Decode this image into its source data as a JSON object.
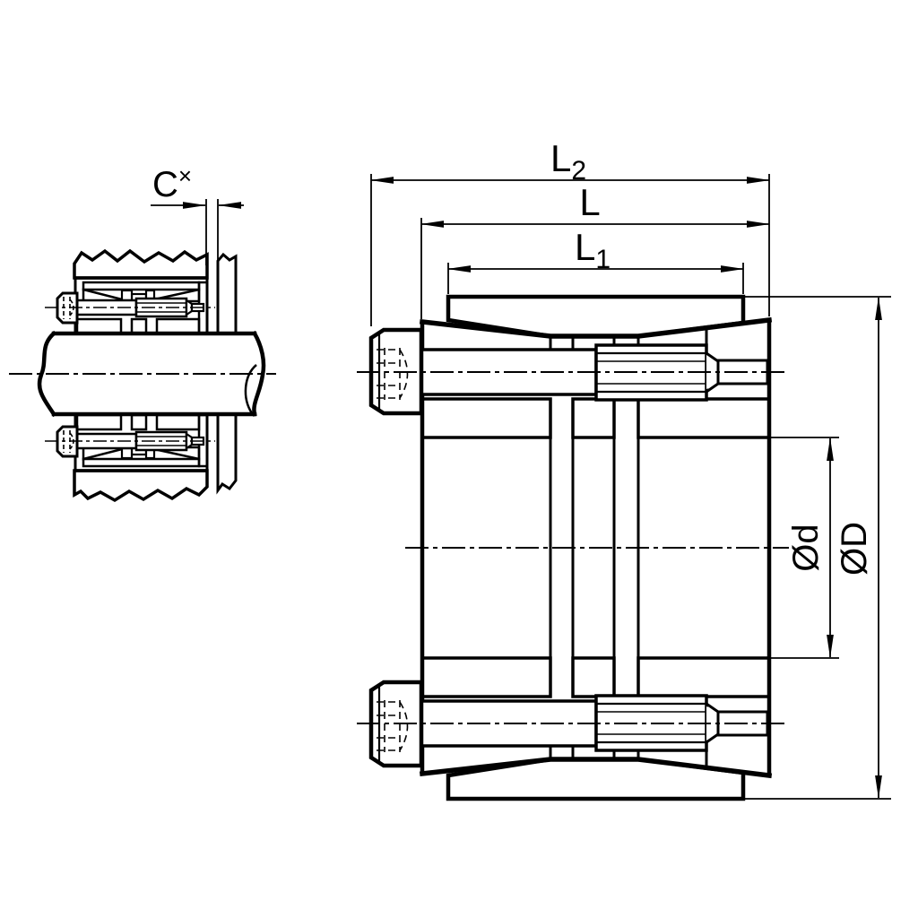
{
  "page": {
    "background_color": "#ffffff",
    "ink_color": "#000000",
    "description": "Technical sectional drawing of a shaft-hub locking assembly: installed view (left) and detail cross-section (right)"
  },
  "installed_view": {
    "description": "Locking assembly installed in hub on shaft",
    "dimensions": {
      "c": {
        "base": "C",
        "sup": "×"
      }
    }
  },
  "section_view": {
    "description": "Locking assembly cross-section with cap screws",
    "dimensions": {
      "l2": {
        "base": "L",
        "sub": "2"
      },
      "l": {
        "base": "L"
      },
      "l1": {
        "base": "L",
        "sub": "1"
      },
      "d_outer": {
        "text": "ØD"
      },
      "d_bore": {
        "text": "Ød"
      }
    }
  }
}
